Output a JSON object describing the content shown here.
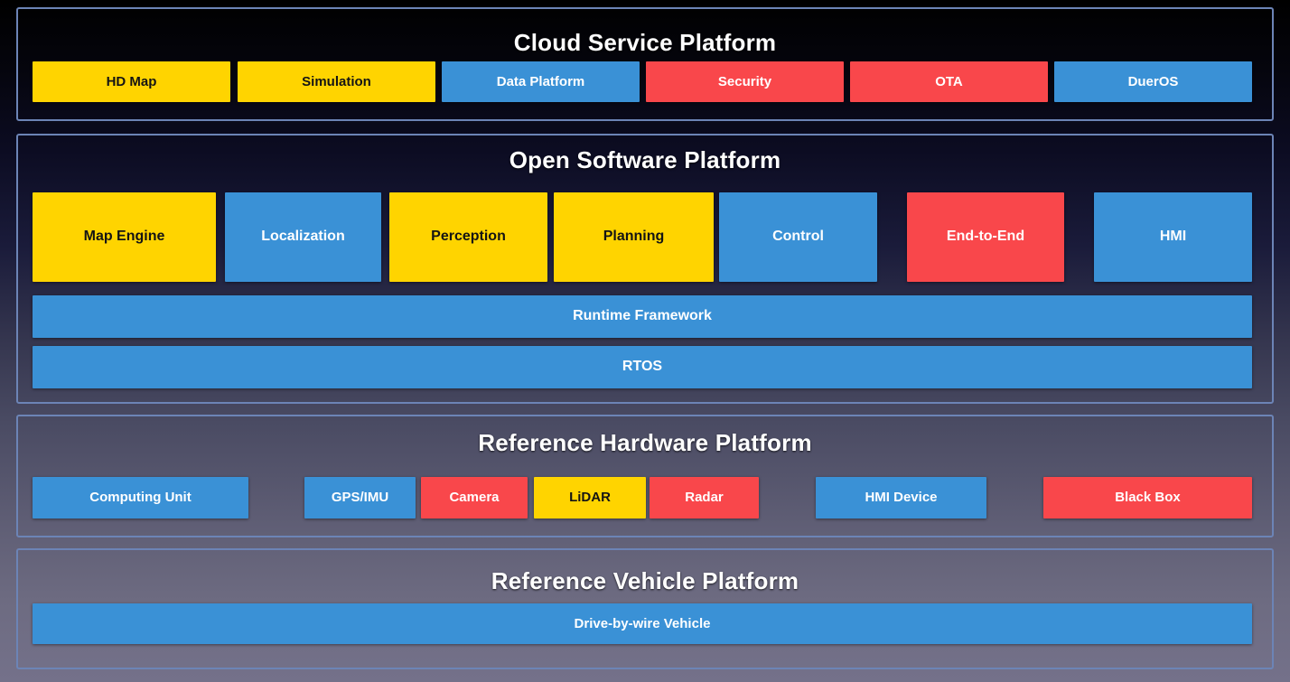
{
  "diagram": {
    "title_layers": [
      "Cloud Service Platform",
      "Open Software Platform",
      "Reference Hardware Platform",
      "Reference Vehicle Platform"
    ],
    "colors": {
      "yellow": "#FFD400",
      "blue": "#3A91D6",
      "red": "#F9474B",
      "panel_border": "#6C84B6",
      "title_text": "#FFFFFF"
    }
  },
  "cloud": {
    "title": "Cloud Service Platform",
    "items": [
      {
        "label": "HD Map",
        "color": "yellow"
      },
      {
        "label": "Simulation",
        "color": "yellow"
      },
      {
        "label": "Data Platform",
        "color": "blue"
      },
      {
        "label": "Security",
        "color": "red"
      },
      {
        "label": "OTA",
        "color": "red"
      },
      {
        "label": "DuerOS",
        "color": "blue"
      }
    ]
  },
  "software": {
    "title": "Open Software Platform",
    "modules": [
      {
        "label": "Map Engine",
        "color": "yellow"
      },
      {
        "label": "Localization",
        "color": "blue"
      },
      {
        "label": "Perception",
        "color": "yellow"
      },
      {
        "label": "Planning",
        "color": "yellow"
      },
      {
        "label": "Control",
        "color": "blue"
      },
      {
        "label": "End-to-End",
        "color": "red"
      },
      {
        "label": "HMI",
        "color": "blue"
      }
    ],
    "bars": [
      {
        "label": "Runtime Framework",
        "color": "blue"
      },
      {
        "label": "RTOS",
        "color": "blue"
      }
    ]
  },
  "hardware": {
    "title": "Reference Hardware Platform",
    "items": [
      {
        "label": "Computing Unit",
        "color": "blue"
      },
      {
        "label": "GPS/IMU",
        "color": "blue"
      },
      {
        "label": "Camera",
        "color": "red"
      },
      {
        "label": "LiDAR",
        "color": "yellow"
      },
      {
        "label": "Radar",
        "color": "red"
      },
      {
        "label": "HMI Device",
        "color": "blue"
      },
      {
        "label": "Black Box",
        "color": "red"
      }
    ]
  },
  "vehicle": {
    "title": "Reference Vehicle Platform",
    "items": [
      {
        "label": "Drive-by-wire Vehicle",
        "color": "blue"
      }
    ]
  }
}
